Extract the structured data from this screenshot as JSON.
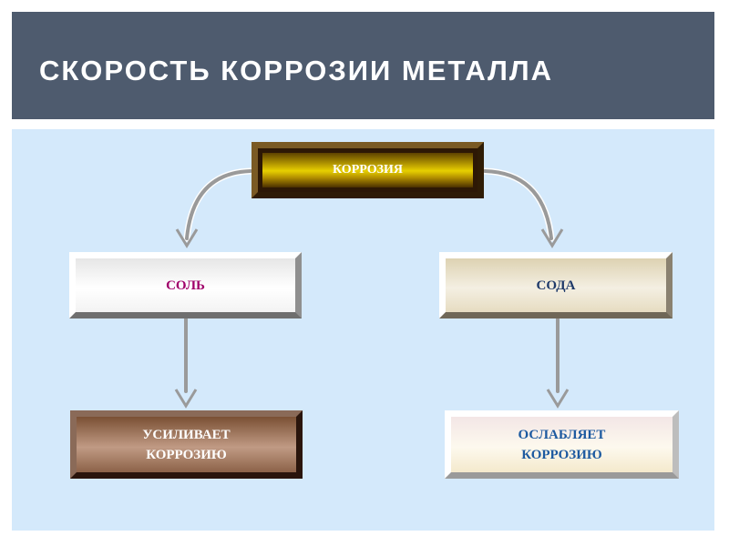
{
  "slide": {
    "title": "СКОРОСТЬ КОРРОЗИИ МЕТАЛЛА"
  },
  "diagram": {
    "root": {
      "label": "КОРРОЗИЯ"
    },
    "left": {
      "label": "СОЛЬ",
      "effect_line1": "УСИЛИВАЕТ",
      "effect_line2": "КОРРОЗИЮ"
    },
    "right": {
      "label": "СОДА",
      "effect_line1": "ОСЛАБЛЯЕТ",
      "effect_line2": "КОРРОЗИЮ"
    }
  },
  "colors": {
    "header_bg": "#4e5b6e",
    "panel_bg": "#d4e9fb",
    "arrow": "#9a9a9a",
    "salt_text": "#a0006a",
    "soda_text": "#1f3a6a",
    "decrease_text": "#1d5aa0"
  }
}
